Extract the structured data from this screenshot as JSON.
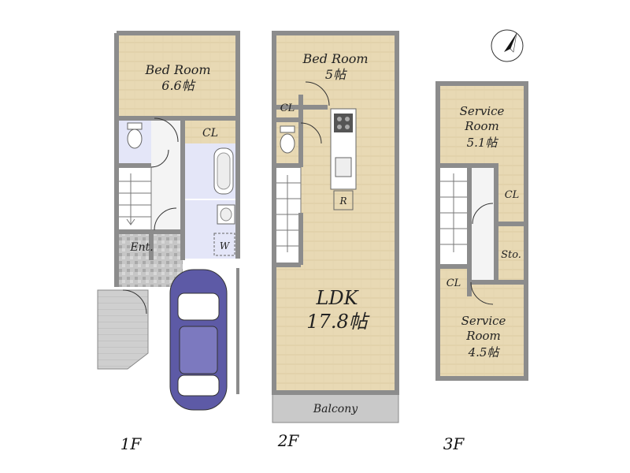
{
  "floors": [
    {
      "label": "1F",
      "rooms": {
        "bedroom": {
          "name": "Bed Room",
          "size": "6.6帖"
        },
        "closet": "CL",
        "entrance": "Ent.",
        "washer": "W"
      }
    },
    {
      "label": "2F",
      "rooms": {
        "bedroom": {
          "name": "Bed Room",
          "size": "5帖"
        },
        "closet": "CL",
        "fridge": "R",
        "ldk": {
          "name": "LDK",
          "size": "17.8帖"
        },
        "balcony": "Balcony"
      }
    },
    {
      "label": "3F",
      "rooms": {
        "service_room_1": {
          "name": "Service",
          "name2": "Room",
          "size": "5.1帖"
        },
        "closet_1": "CL",
        "storage": "Sto.",
        "closet_2": "CL",
        "service_room_2": {
          "name": "Service",
          "name2": "Room",
          "size": "4.5帖"
        }
      }
    }
  ],
  "colors": {
    "floor_wood": "#E8D9B4",
    "wall": "#8C8C8C",
    "wet_area": "#E4E6F8",
    "tile": "#BDBDBD",
    "car": "#5D5AA6",
    "balcony": "#C9C9C9"
  },
  "icons": [
    "north-arrow-icon",
    "car-icon",
    "toilet-icon",
    "bathtub-icon",
    "washbasin-icon",
    "kitchen-sink-icon",
    "stove-icon",
    "stairs-icon"
  ]
}
